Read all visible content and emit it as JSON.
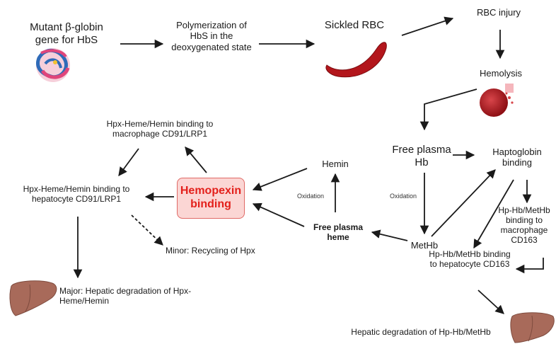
{
  "nodes": {
    "mutant_gene": "Mutant β-globin gene for  HbS",
    "polymerization": "Polymerization of HbS in the deoxygenated state",
    "sickled_rbc": "Sickled RBC",
    "rbc_injury": "RBC injury",
    "hemolysis": "Hemolysis",
    "free_plasma_hb": "Free plasma Hb",
    "haptoglobin_binding": "Haptoglobin binding",
    "methb": "MetHb",
    "hp_macrophage": "Hp-Hb/MetHb binding to macrophage CD163",
    "hp_hepatocyte": "Hp-Hb/MetHb binding to hepatocyte CD163",
    "hepatic_hp": "Hepatic degradation of Hp-Hb/MetHb",
    "free_plasma_heme": "Free plasma heme",
    "hemin": "Hemin",
    "hemopexin_binding": "Hemopexin binding",
    "hpx_macrophage": "Hpx-Heme/Hemin binding to macrophage CD91/LRP1",
    "hpx_hepatocyte": "Hpx-Heme/Hemin binding to hepatocyte CD91/LRP1",
    "minor": "Minor: Recycling of Hpx",
    "major": "Major: Hepatic degradation of Hpx-Heme/Hemin"
  },
  "edge_labels": {
    "oxidation_1": "Oxidation",
    "oxidation_2": "Oxidation"
  },
  "colors": {
    "rbc": "#b3161c",
    "liver": "#a86a5a",
    "hemopexin_text": "#e3201b",
    "hemopexin_fill": "#fbd6d4"
  }
}
